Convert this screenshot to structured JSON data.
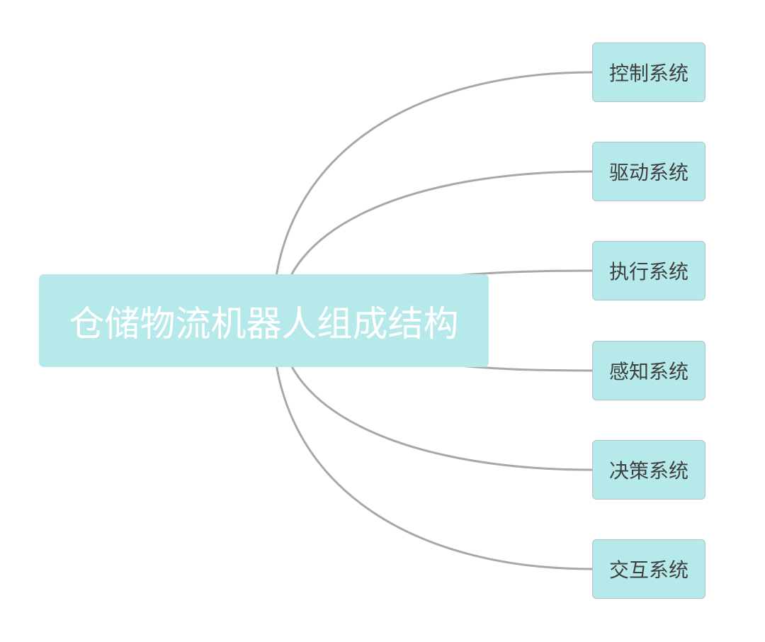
{
  "root": {
    "label": "仓储物流机器人组成结构"
  },
  "children": [
    {
      "label": "控制系统"
    },
    {
      "label": "驱动系统"
    },
    {
      "label": "执行系统"
    },
    {
      "label": "感知系统"
    },
    {
      "label": "决策系统"
    },
    {
      "label": "交互系统"
    }
  ],
  "colors": {
    "node_fill": "#b6eaea",
    "link": "#a8a8a8",
    "root_text": "#ffffff",
    "child_text": "#3f3f3f"
  }
}
